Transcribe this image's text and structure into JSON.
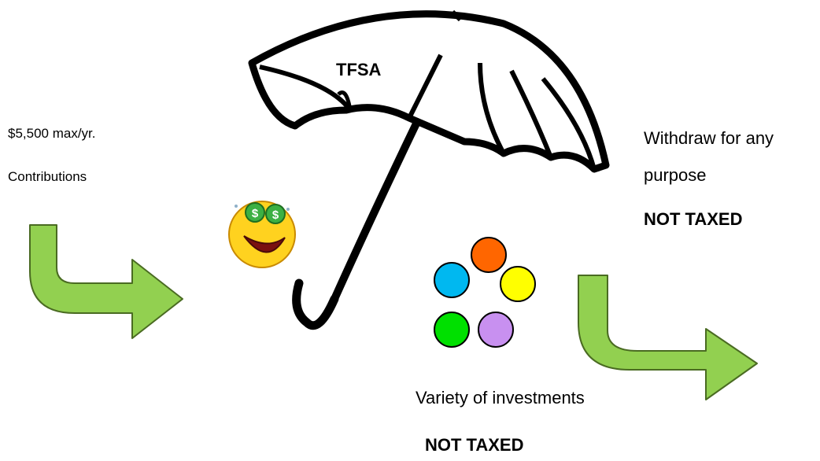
{
  "umbrella_label": "TFSA",
  "contribution": {
    "limit": "$5,500 max/yr.",
    "label": "Contributions"
  },
  "withdrawal": {
    "line1": "Withdraw for any",
    "line2": "purpose",
    "tax_status": "NOT TAXED"
  },
  "investments": {
    "label": "Variety of investments",
    "tax_status": "NOT TAXED",
    "colors": [
      "#ff6600",
      "#00b8f0",
      "#ffff00",
      "#00e000",
      "#c890f0"
    ]
  },
  "colors": {
    "arrow_fill": "#92d050",
    "arrow_stroke": "#4a6b22",
    "umbrella": "#000000",
    "smiley_face": "#ffd21f",
    "smiley_eyes": "#3cb043"
  },
  "icons": [
    "umbrella-icon",
    "money-eyes-smiley-icon",
    "curved-arrow-icon"
  ]
}
